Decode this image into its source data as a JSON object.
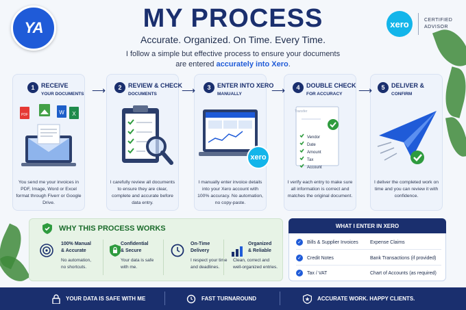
{
  "brand": {
    "logo_text": "YA"
  },
  "header": {
    "title": "MY PROCESS",
    "subtitle": "Accurate. Organized. On Time. Every Time.",
    "intro_1": "I follow a simple but effective process to ensure your documents",
    "intro_2": "are entered ",
    "intro_highlight": "accurately into Xero",
    "intro_end": "."
  },
  "badge": {
    "logo": "xero",
    "line1": "CERTIFIED",
    "line2": "ADVISOR"
  },
  "steps": [
    {
      "num": "1",
      "title": "RECEIVE",
      "sub": "YOUR DOCUMENTS",
      "desc": "You send me your invoices in PDF, Image, Word or Excel format through Fiverr or Google Drive.",
      "icon": "envelope-documents-icon"
    },
    {
      "num": "2",
      "title": "REVIEW & CHECK",
      "sub": "DOCUMENTS",
      "desc": "I carefully review all documents to ensure they are clear, complete and accurate before data entry.",
      "icon": "clipboard-magnifier-icon"
    },
    {
      "num": "3",
      "title": "ENTER INTO XERO",
      "sub": "MANUALLY",
      "desc": "I manually enter invoice details into your Xero account with 100% accuracy. No automation, no copy-paste.",
      "icon": "laptop-xero-icon",
      "xero_label": "xero"
    },
    {
      "num": "4",
      "title": "DOUBLE CHECK",
      "sub": "FOR ACCURACY",
      "desc": "I verify each entry to make sure all information is correct and matches the original document.",
      "icon": "checklist-document-icon",
      "doc_header": "Transfer",
      "doc_items": [
        "Vendor",
        "Date",
        "Amount",
        "Tax",
        "Account"
      ]
    },
    {
      "num": "5",
      "title": "DELIVER &",
      "sub": "CONFIRM",
      "desc": "I deliver the completed work on time and you can review it with confidence.",
      "icon": "paper-plane-icon"
    }
  ],
  "why": {
    "title": "WHY THIS PROCESS WORKS",
    "items": [
      {
        "title_1": "100% Manual",
        "title_2": "& Accurate",
        "desc_1": "No automation,",
        "desc_2": "no shortcuts.",
        "icon": "target-icon"
      },
      {
        "title_1": "Confidential",
        "title_2": "& Secure",
        "desc_1": "Your data is safe",
        "desc_2": "with me.",
        "icon": "lock-icon"
      },
      {
        "title_1": "On-Time",
        "title_2": "Delivery",
        "desc_1": "I respect your time",
        "desc_2": "and deadlines.",
        "icon": "clock-icon"
      },
      {
        "title_1": "Organized",
        "title_2": "& Reliable",
        "desc_1": "Clean, correct and",
        "desc_2": "well-organized entries.",
        "icon": "bar-chart-icon"
      }
    ]
  },
  "xero_list": {
    "title": "WHAT I ENTER IN XERO",
    "rows": [
      [
        "Bills & Supplier Invoices",
        "Expense Claims"
      ],
      [
        "Credit Notes",
        "Bank Transactions (if provided)"
      ],
      [
        "Tax / VAT",
        "Chart of Accounts (as required)"
      ]
    ]
  },
  "footer": [
    {
      "label": "YOUR DATA IS SAFE WITH ME",
      "icon": "lock-icon"
    },
    {
      "label": "FAST TURNAROUND",
      "icon": "refresh-clock-icon"
    },
    {
      "label": "ACCURATE WORK. HAPPY CLIENTS.",
      "icon": "shield-star-icon"
    }
  ],
  "colors": {
    "navy": "#1a2f6e",
    "blue": "#1f5bd8",
    "xero": "#13b5ea",
    "green": "#2e9b3e"
  }
}
